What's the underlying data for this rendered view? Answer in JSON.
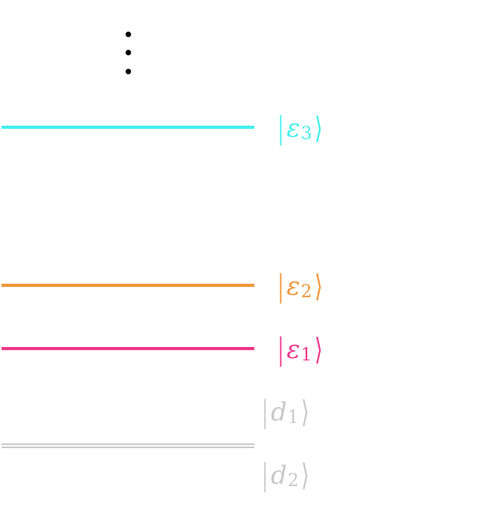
{
  "diagram": {
    "continuation_dots": 3,
    "levels": [
      {
        "id": "eps3",
        "symbol": "ε",
        "subscript": "3",
        "color": "#44f0ee",
        "style": "solid"
      },
      {
        "id": "eps2",
        "symbol": "ε",
        "subscript": "2",
        "color": "#f0963c",
        "style": "solid"
      },
      {
        "id": "eps1",
        "symbol": "ε",
        "subscript": "1",
        "color": "#f0388c",
        "style": "solid"
      },
      {
        "id": "d1",
        "symbol": "d",
        "subscript": "1",
        "color": "#c8c8c8",
        "style": "none"
      },
      {
        "id": "d2",
        "symbol": "d",
        "subscript": "2",
        "color": "#c8c8c8",
        "style": "double"
      }
    ]
  }
}
